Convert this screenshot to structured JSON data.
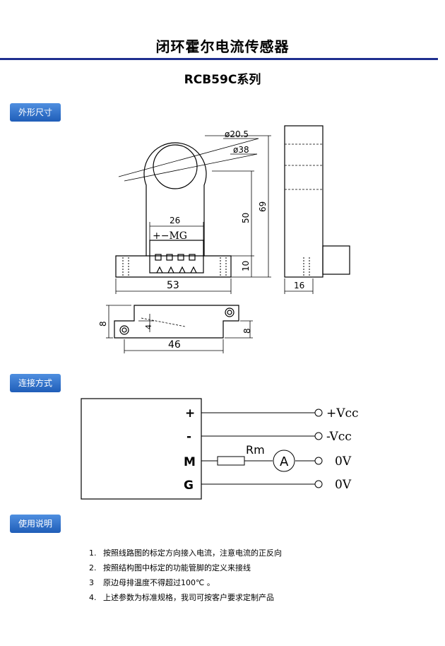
{
  "header": {
    "title": "闭环霍尔电流传感器",
    "subtitle": "RCB59C系列"
  },
  "sections": {
    "dimensions": "外形尺寸",
    "wiring": "连接方式",
    "usage": "使用说明"
  },
  "dimensions": {
    "d_inner": "ø20.5",
    "d_outer": "ø38",
    "w26": "26",
    "h69": "69",
    "h50": "50",
    "h10": "10",
    "w53": "53",
    "w16": "16",
    "h8a": "8",
    "h4": "4",
    "h8b": "8",
    "w46": "46",
    "pin_label": "+−MG"
  },
  "wiring": {
    "pins": [
      "+",
      "-",
      "M",
      "G"
    ],
    "terminals": [
      "+Vcc",
      "-Vcc",
      "0V",
      "0V"
    ],
    "resistor": "Rm",
    "meter": "A"
  },
  "usage_notes": [
    {
      "num": "1.",
      "text": "按照线路图的标定方向接入电流，注意电流的正反向"
    },
    {
      "num": "2.",
      "text": "按照结构图中标定的功能管脚的定义来接线"
    },
    {
      "num": "3",
      "text": "原边母排温度不得超过100℃  。"
    },
    {
      "num": "4.",
      "text": "上述参数为标准规格，我司可按客户要求定制产品"
    }
  ]
}
